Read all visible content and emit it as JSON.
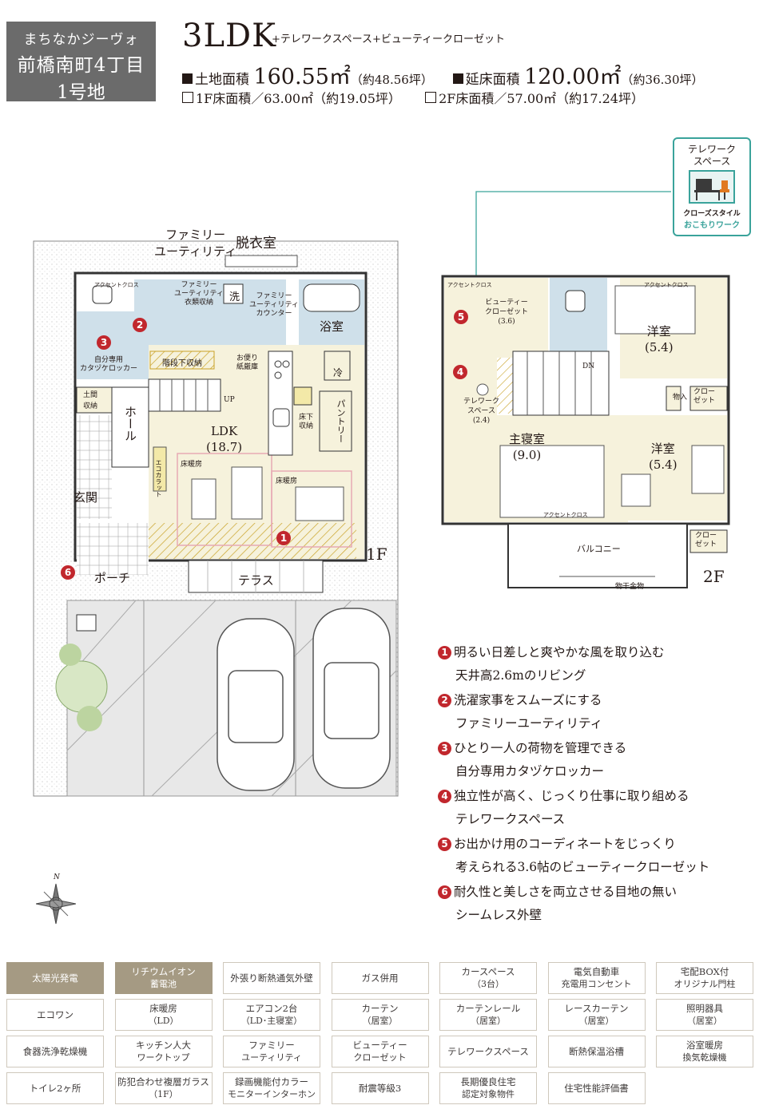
{
  "header": {
    "brand": "まちなかジーヴォ",
    "location": "前橋南町4丁目",
    "lot": "1号地",
    "plan_type": "3LDK",
    "plan_extra": "+テレワークスペース+ビューティークローゼット",
    "land_area_label": "土地面積",
    "land_area_value": "160.55㎡",
    "land_area_tsubo": "（約48.56坪）",
    "floor_area_label": "延床面積",
    "floor_area_value": "120.00㎡",
    "floor_area_tsubo": "（約36.30坪）",
    "floor1": "1F床面積／63.00㎡（約19.05坪）",
    "floor2": "2F床面積／57.00㎡（約17.24坪）"
  },
  "badge": {
    "title": "テレワーク\nスペース",
    "line1": "テレワーク",
    "line2": "スペース",
    "caption1": "クローズスタイル",
    "caption2": "おこもりワーク",
    "accent": "#3aa39b"
  },
  "plan1f": {
    "floor_label": "1F",
    "ldk": "LDK",
    "ldk_size": "(18.7)",
    "family_utility_1": "ファミリー",
    "family_utility_2": "ユーティリティ",
    "dressing": "脱衣室",
    "bath": "浴室",
    "hall": "ホール",
    "entrance": "玄関",
    "porch": "ポーチ",
    "terrace": "テラス",
    "pantry": "パントリー",
    "under_stairs": "階段下収納",
    "family_closet_1": "ファミリー",
    "family_closet_2": "ユーティリティ",
    "family_closet_3": "衣類収納",
    "counter_1": "ファミリー",
    "counter_2": "ユーティリティ",
    "counter_3": "カウンター",
    "wash": "洗",
    "fridge": "冷",
    "accent_cross": "アクセントクロス",
    "locker_1": "自分専用",
    "locker_2": "カタヅケロッカー",
    "doma_1": "土間",
    "doma_2": "収納",
    "paper_1": "お便り",
    "paper_2": "紙厳庫",
    "floor_storage_1": "床下",
    "floor_storage_2": "収納",
    "floor_heating": "床暖房",
    "eco_carat": "エコカラット",
    "up": "UP"
  },
  "plan2f": {
    "floor_label": "2F",
    "beauty_1": "ビューティー",
    "beauty_2": "クローゼット",
    "beauty_3": "(3.6)",
    "telework_1": "テレワーク",
    "telework_2": "スペース",
    "telework_3": "(2.4)",
    "master": "主寝室",
    "master_size": "(9.0)",
    "western_a": "洋室",
    "western_a_size": "(5.4)",
    "western_b": "洋室",
    "western_b_size": "(5.4)",
    "balcony": "バルコニー",
    "dryer": "物干金物",
    "closet": "クロー\nゼット",
    "closet_1": "クロー",
    "closet_2": "ゼット",
    "storage": "物入",
    "dn": "DN",
    "accent_cross": "アクセントクロス"
  },
  "compass": {
    "north": "N"
  },
  "features": [
    {
      "num": "1",
      "line1": "明るい日差しと爽やかな風を取り込む",
      "line2": "天井高2.6mのリビング"
    },
    {
      "num": "2",
      "line1": "洗濯家事をスムーズにする",
      "line2": "ファミリーユーティリティ"
    },
    {
      "num": "3",
      "line1": "ひとり一人の荷物を管理できる",
      "line2": "自分専用カタヅケロッカー"
    },
    {
      "num": "4",
      "line1": "独立性が高く、じっくり仕事に取り組める",
      "line2": "テレワークスペース"
    },
    {
      "num": "5",
      "line1": "お出かけ用のコーディネートをじっくり",
      "line2": "考えられる3.6帖のビューティークローゼット"
    },
    {
      "num": "6",
      "line1": "耐久性と美しさを両立させる目地の無い",
      "line2": "シームレス外壁"
    }
  ],
  "equipment": [
    {
      "l1": "太陽光発電",
      "l2": "",
      "on": true
    },
    {
      "l1": "リチウムイオン",
      "l2": "蓄電池",
      "on": true
    },
    {
      "l1": "外張り断熱通気外壁",
      "l2": "",
      "on": false
    },
    {
      "l1": "ガス併用",
      "l2": "",
      "on": false
    },
    {
      "l1": "カースペース",
      "l2": "（3台）",
      "on": false
    },
    {
      "l1": "電気自動車",
      "l2": "充電用コンセント",
      "on": false
    },
    {
      "l1": "宅配BOX付",
      "l2": "オリジナル門柱",
      "on": false
    },
    {
      "l1": "エコワン",
      "l2": "",
      "on": false
    },
    {
      "l1": "床暖房",
      "l2": "（LD）",
      "on": false
    },
    {
      "l1": "エアコン2台",
      "l2": "（LD･主寝室）",
      "on": false
    },
    {
      "l1": "カーテン",
      "l2": "（居室）",
      "on": false
    },
    {
      "l1": "カーテンレール",
      "l2": "（居室）",
      "on": false
    },
    {
      "l1": "レースカーテン",
      "l2": "（居室）",
      "on": false
    },
    {
      "l1": "照明器具",
      "l2": "（居室）",
      "on": false
    },
    {
      "l1": "食器洗浄乾燥機",
      "l2": "",
      "on": false
    },
    {
      "l1": "キッチン人大",
      "l2": "ワークトップ",
      "on": false
    },
    {
      "l1": "ファミリー",
      "l2": "ユーティリティ",
      "on": false
    },
    {
      "l1": "ビューティー",
      "l2": "クローゼット",
      "on": false
    },
    {
      "l1": "テレワークスペース",
      "l2": "",
      "on": false
    },
    {
      "l1": "断熱保温浴槽",
      "l2": "",
      "on": false
    },
    {
      "l1": "浴室暖房",
      "l2": "換気乾燥機",
      "on": false
    },
    {
      "l1": "トイレ2ヶ所",
      "l2": "",
      "on": false
    },
    {
      "l1": "防犯合わせ複層ガラス",
      "l2": "（1F）",
      "on": false
    },
    {
      "l1": "録画機能付カラー",
      "l2": "モニターインターホン",
      "on": false
    },
    {
      "l1": "耐震等級3",
      "l2": "",
      "on": false
    },
    {
      "l1": "長期優良住宅",
      "l2": "認定対象物件",
      "on": false
    },
    {
      "l1": "住宅性能評価書",
      "l2": "",
      "on": false
    }
  ]
}
